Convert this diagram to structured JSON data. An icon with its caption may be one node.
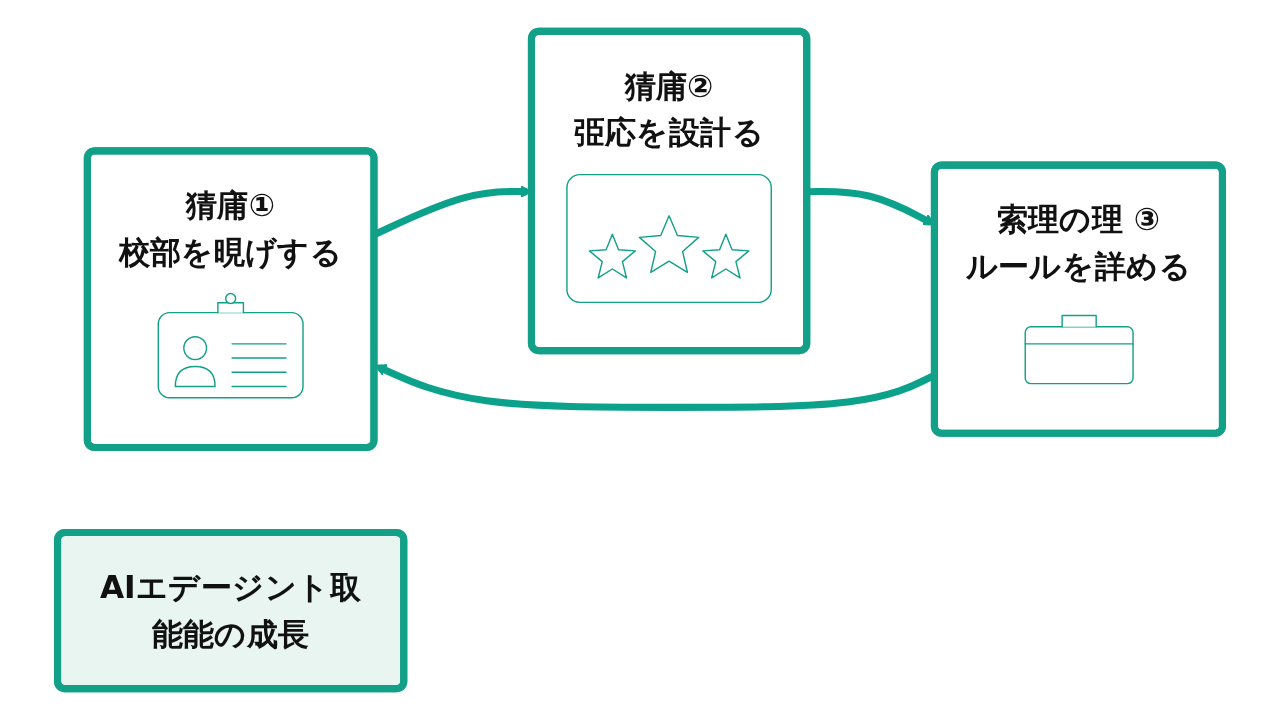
{
  "diagram": {
    "nodes": [
      {
        "text": [
          "猜庯①",
          "校部を晛げする"
        ]
      },
      {
        "text": [
          "猜庯②",
          "弫応を設計る"
        ]
      },
      {
        "text": [
          "AIエデージント取能能の成長"
        ]
      },
      {
        "text": [
          "索理の理 ③",
          "ルールを詳める"
        ]
      }
    ],
    "edges": [
      {
        "from": 0,
        "to": 1,
        "arrow": "to"
      },
      {
        "from": 1,
        "to": 3,
        "arrow": "to"
      },
      {
        "from": 3,
        "to": 0,
        "arrow": "to"
      }
    ]
  }
}
